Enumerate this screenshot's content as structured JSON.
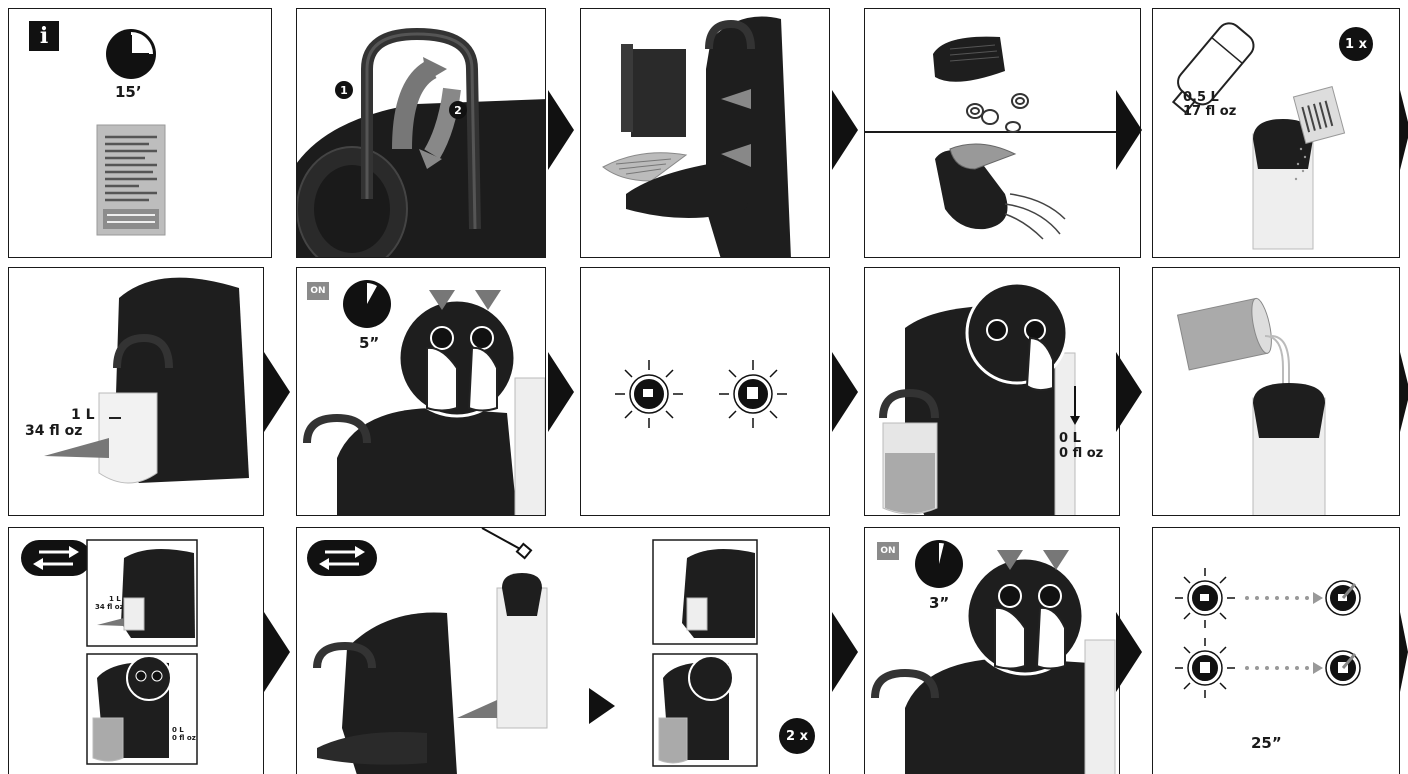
{
  "info_icon": "i",
  "prep_time": "15’",
  "tank_volume": {
    "metric": "0.5 L",
    "imperial": "17 fl oz"
  },
  "once_badge": "1 x",
  "water_volume": {
    "metric": "1 L",
    "imperial": "34 fl oz"
  },
  "power_label": "ON",
  "hold_time_1": "5”",
  "empty_volume": {
    "metric": "0 L",
    "imperial": "0 fl oz"
  },
  "mini_volume": {
    "metric": "1 L",
    "imperial": "34 fl oz"
  },
  "mini_empty": {
    "metric": "0 L",
    "imperial": "0 fl oz"
  },
  "twice_badge": "2 x",
  "power_label_2": "ON",
  "hold_time_2": "3”",
  "final_time": "25”",
  "step_numbers": [
    "1",
    "2"
  ],
  "icons": [
    "info-icon",
    "clock-icon",
    "manual-icon",
    "arrow-icon",
    "cup-button-icon",
    "repeat-icon",
    "bottle-icon",
    "descaling-sachet-icon",
    "finger-press-icon"
  ]
}
